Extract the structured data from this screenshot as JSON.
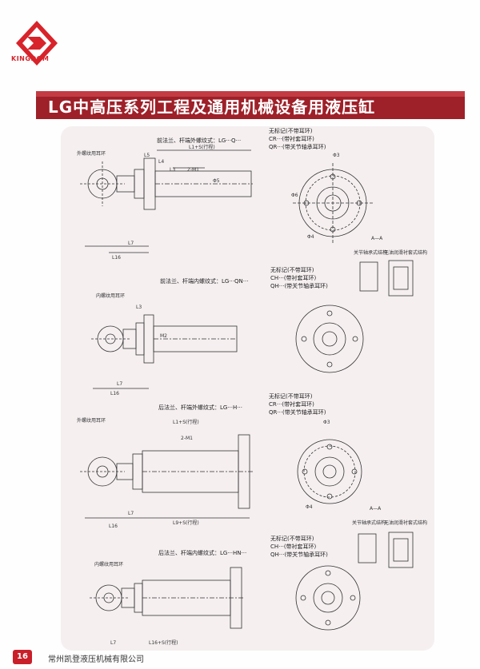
{
  "brand": {
    "logo_text": "KINGDOM",
    "color": "#d8232a"
  },
  "title": "LG中高压系列工程及通用机械设备用液压缸",
  "colors": {
    "title_bar": "#9e2029",
    "panel": "#f5eff0",
    "page_badge": "#c91f2a"
  },
  "sections": [
    {
      "caption": "前法兰、杆端外螺纹式：LG···Q···",
      "options": [
        "无标记(不带耳环)",
        "CR···(带衬套耳环)",
        "QR···(带关节轴承耳环)"
      ],
      "lug_label": "外螺纹用耳环",
      "dims": [
        "L1+S(行程)",
        "L4",
        "L5",
        "L3",
        "2-M1",
        "L7",
        "L16",
        "Φ3",
        "Φ4",
        "Φ5",
        "Φ6"
      ]
    },
    {
      "caption": "前法兰、杆端内螺纹式：LG···QN···",
      "options": [
        "无标记(不带耳环)",
        "CH···(带衬套耳环)",
        "QH···(带关节轴承耳环)"
      ],
      "lug_label": "内螺纹用耳环",
      "dims": [
        "L3",
        "L7",
        "L16",
        "M2"
      ]
    },
    {
      "caption": "后法兰、杆端外螺纹式：LG···H···",
      "options": [
        "无标记(不带耳环)",
        "CR···(带衬套耳环)",
        "QR···(带关节轴承耳环)"
      ],
      "lug_label": "外螺纹用耳环",
      "dims": [
        "L1+S(行程)",
        "L9+S(行程)",
        "L16",
        "L7",
        "2-M1",
        "Φ3",
        "Φ4"
      ]
    },
    {
      "caption": "后法兰、杆端内螺纹式：LG···HN···",
      "options": [
        "无标记(不带耳环)",
        "CH···(带衬套耳环)",
        "QH···(带关节轴承耳环)"
      ],
      "lug_label": "内螺纹用耳环",
      "dims": [
        "L16+S(行程)",
        "L7"
      ]
    }
  ],
  "section_views": [
    {
      "label": "A—A",
      "left_caption": "关节轴承式结构",
      "right_caption": "无油润滑衬套式结构"
    },
    {
      "label": "A—A",
      "left_caption": "关节轴承式结构",
      "right_caption": "无油润滑衬套式结构"
    }
  ],
  "footer": {
    "page_number": "16",
    "company": "常州凯登液压机械有限公司"
  }
}
